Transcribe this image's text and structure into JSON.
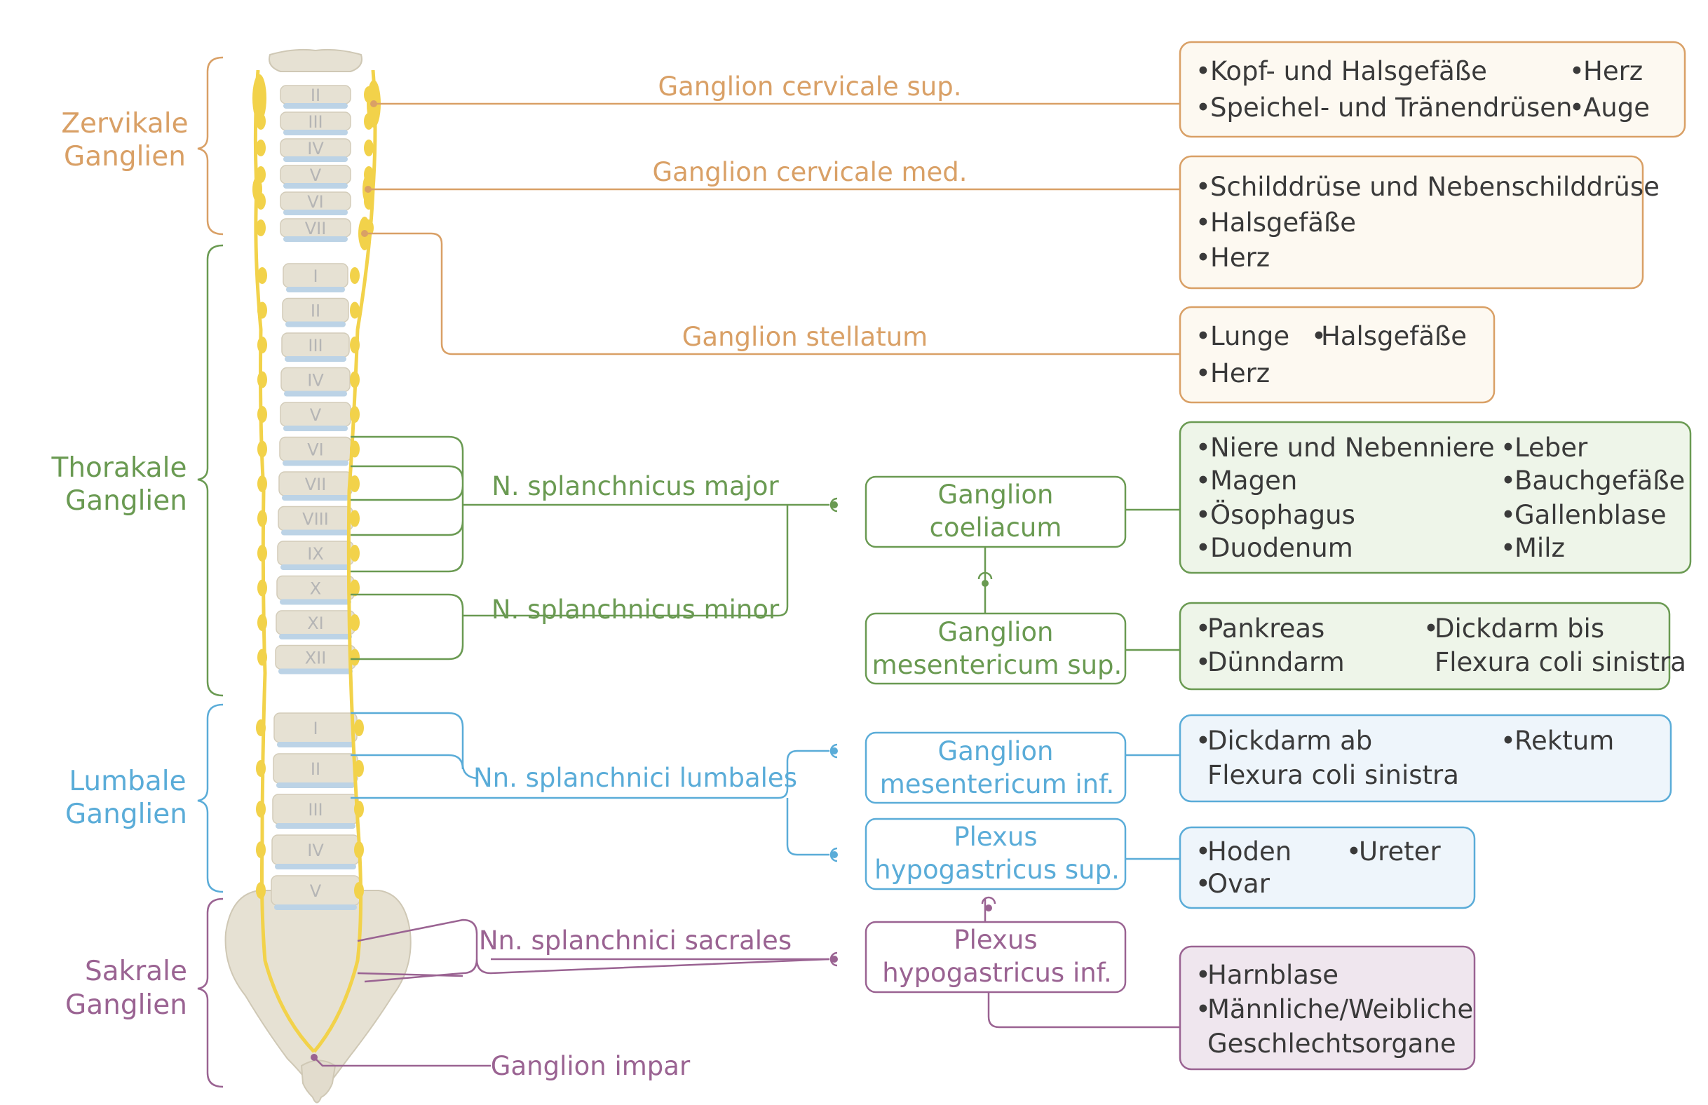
{
  "colors": {
    "cervical": "#d9a066",
    "thoracic": "#6a9a52",
    "lumbar": "#5aacd8",
    "sacral": "#9a6392",
    "box_cervical_fill": "#fdf9f1",
    "box_thoracic_fill": "#eef5e9",
    "box_lumbar_fill": "#eef5fb",
    "box_sacral_fill": "#efe6ee",
    "nerve": "#f2d24a",
    "bone": "#e6e1d3",
    "disc": "#bcd3e6",
    "text": "#3a3a3a"
  },
  "groups": {
    "cervical": [
      "Zervikale",
      "Ganglien"
    ],
    "thoracic": [
      "Thorakale",
      "Ganglien"
    ],
    "lumbar": [
      "Lumbale",
      "Ganglien"
    ],
    "sacral": [
      "Sakrale",
      "Ganglien"
    ]
  },
  "vertebrae": {
    "cervical": [
      "II",
      "III",
      "IV",
      "V",
      "VI",
      "VII"
    ],
    "thoracic": [
      "I",
      "II",
      "III",
      "IV",
      "V",
      "VI",
      "VII",
      "VIII",
      "IX",
      "X",
      "XI",
      "XII"
    ],
    "lumbar": [
      "I",
      "II",
      "III",
      "IV",
      "V"
    ]
  },
  "labels": {
    "cervicale_sup": "Ganglion cervicale sup.",
    "cervicale_med": "Ganglion cervicale med.",
    "stellatum": "Ganglion stellatum",
    "splanch_major": "N. splanchnicus major",
    "splanch_minor": "N. splanchnicus minor",
    "splanch_lumbales": "Nn. splanchnici lumbales",
    "splanch_sacrales": "Nn. splanchnici sacrales",
    "impar": "Ganglion impar"
  },
  "ganglion_boxes": {
    "coeliacum": [
      "Ganglion",
      "coeliacum"
    ],
    "mes_sup": [
      "Ganglion",
      "mesentericum sup."
    ],
    "mes_inf": [
      "Ganglion",
      "mesentericum inf."
    ],
    "hypo_sup": [
      "Plexus",
      "hypogastricus sup."
    ],
    "hypo_inf": [
      "Plexus",
      "hypogastricus inf."
    ]
  },
  "target_boxes": {
    "b1": {
      "l1": "Kopf- und Halsgefäße",
      "l2": "Speichel- und Tränendrüsen",
      "r1": "Herz",
      "r2": "Auge"
    },
    "b2": {
      "l1": "Schilddrüse und Nebenschilddrüse",
      "l2": "Halsgefäße",
      "l3": "Herz"
    },
    "b3": {
      "l1": "Lunge",
      "r1": "Halsgefäße",
      "l2": "Herz"
    },
    "b4": {
      "l1": "Niere und Nebenniere",
      "l2": "Magen",
      "l3": "Ösophagus",
      "l4": "Duodenum",
      "r1": "Leber",
      "r2": "Bauchgefäße",
      "r3": "Gallenblase",
      "r4": "Milz"
    },
    "b5": {
      "l1": "Pankreas",
      "l2": "Dünndarm",
      "r1": "Dickdarm bis",
      "r2": "Flexura coli sinistra"
    },
    "b6": {
      "l1": "Dickdarm ab",
      "l2": "Flexura coli sinistra",
      "r1": "Rektum"
    },
    "b7": {
      "l1": "Hoden",
      "l2": "Ovar",
      "r1": "Ureter"
    },
    "b8": {
      "l1": "Harnblase",
      "l2": "Männliche/Weibliche",
      "l3": "Geschlechtsorgane"
    }
  }
}
